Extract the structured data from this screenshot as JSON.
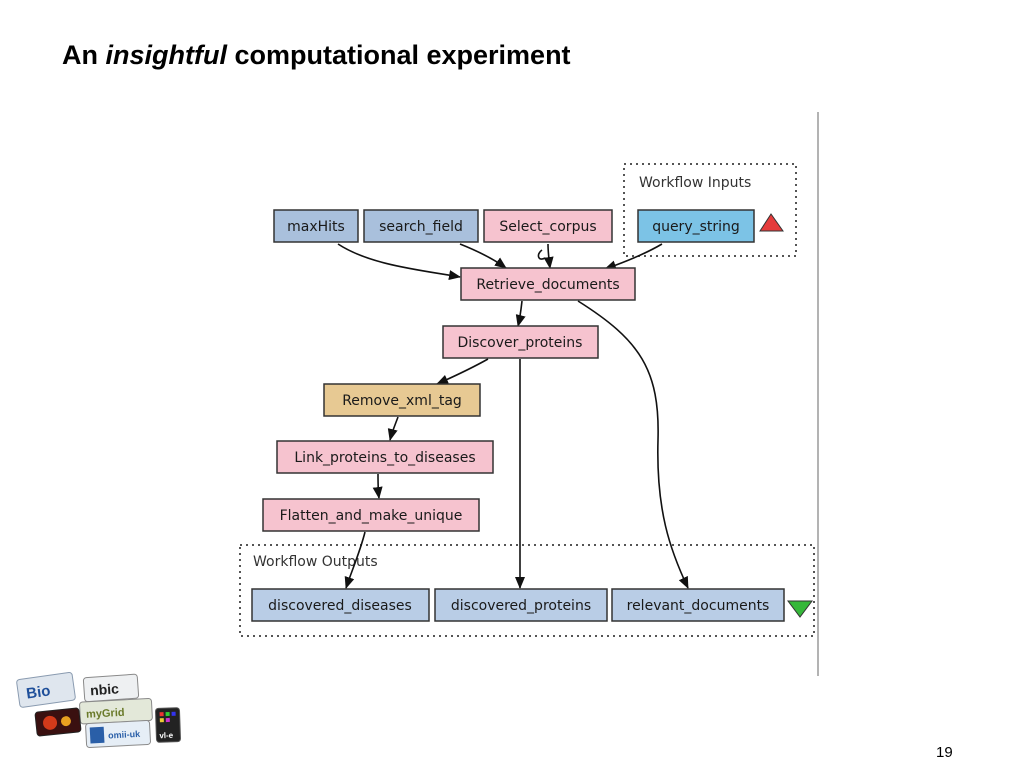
{
  "slide": {
    "title_pre": "An ",
    "title_italic": "insightful",
    "title_post": " computational experiment",
    "page_number": "19"
  },
  "diagram": {
    "inputs_label": "Workflow Inputs",
    "outputs_label": "Workflow Outputs",
    "colors": {
      "input_blue": "#a9c0dc",
      "query_blue": "#7cc3e6",
      "pink": "#f6c3cf",
      "orange": "#e7c993",
      "output_blue": "#b9cde6",
      "red_triangle": "#e53b3b",
      "green_triangle": "#36b83a"
    },
    "nodes": {
      "maxHits": "maxHits",
      "search_field": "search_field",
      "Select_corpus": "Select_corpus",
      "query_string": "query_string",
      "Retrieve_documents": "Retrieve_documents",
      "Discover_proteins": "Discover_proteins",
      "Remove_xml_tag": "Remove_xml_tag",
      "Link_proteins_to_diseases": "Link_proteins_to_diseases",
      "Flatten_and_make_unique": "Flatten_and_make_unique",
      "discovered_diseases": "discovered_diseases",
      "discovered_proteins": "discovered_proteins",
      "relevant_documents": "relevant_documents"
    }
  },
  "logos": {
    "bio": "Bio",
    "nbic": "nbic",
    "grid": "myGrid",
    "omii": "omii-uk",
    "vle": "vl-e"
  }
}
